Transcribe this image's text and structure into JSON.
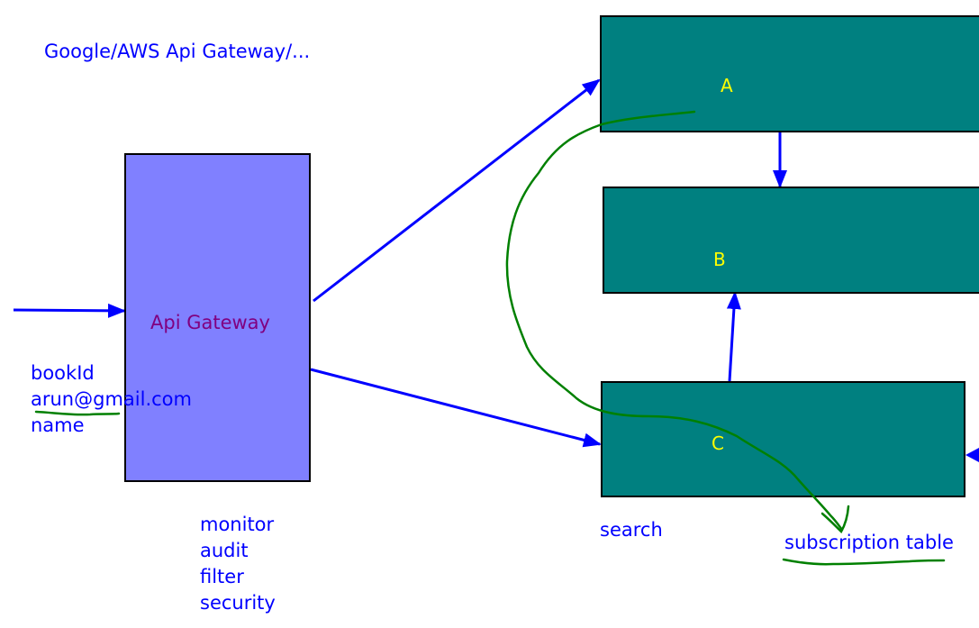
{
  "title": "Google/AWS Api Gateway/...",
  "gateway": {
    "label": "Api Gateway",
    "fill": "#8080ff",
    "label_color": "#800080",
    "features": [
      "monitor",
      "audit",
      "filter",
      "security"
    ]
  },
  "request_fields": [
    "bookId",
    "arun@gmail.com",
    "name"
  ],
  "services": {
    "fill": "#008080",
    "label_color": "#ffff00",
    "a": "A",
    "b": "B",
    "c": "C"
  },
  "notes": {
    "search": "search",
    "subscription": "subscription table"
  },
  "colors": {
    "text": "#0000ff",
    "arrow": "#0000ff",
    "annotation": "#008000"
  }
}
